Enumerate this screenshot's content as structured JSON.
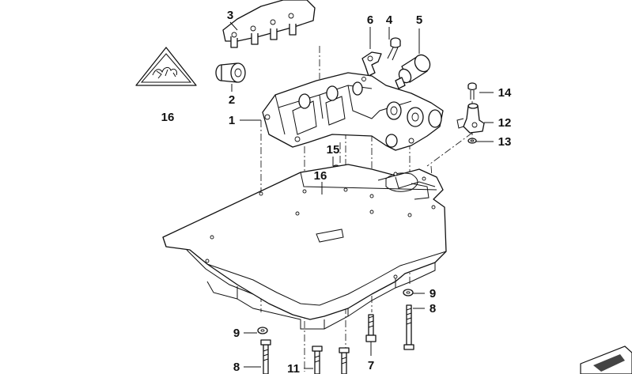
{
  "labels": [
    {
      "id": "3",
      "text": "3"
    },
    {
      "id": "6",
      "text": "6"
    },
    {
      "id": "4",
      "text": "4"
    },
    {
      "id": "5",
      "text": "5"
    },
    {
      "id": "2",
      "text": "2"
    },
    {
      "id": "16a",
      "text": "16"
    },
    {
      "id": "1",
      "text": "1"
    },
    {
      "id": "14",
      "text": "14"
    },
    {
      "id": "12",
      "text": "12"
    },
    {
      "id": "13",
      "text": "13"
    },
    {
      "id": "15",
      "text": "15"
    },
    {
      "id": "16b",
      "text": "16"
    },
    {
      "id": "9a",
      "text": "9"
    },
    {
      "id": "8a",
      "text": "8"
    },
    {
      "id": "9b",
      "text": "9"
    },
    {
      "id": "8b",
      "text": "8"
    },
    {
      "id": "11",
      "text": "11"
    },
    {
      "id": "7",
      "text": "7"
    }
  ]
}
